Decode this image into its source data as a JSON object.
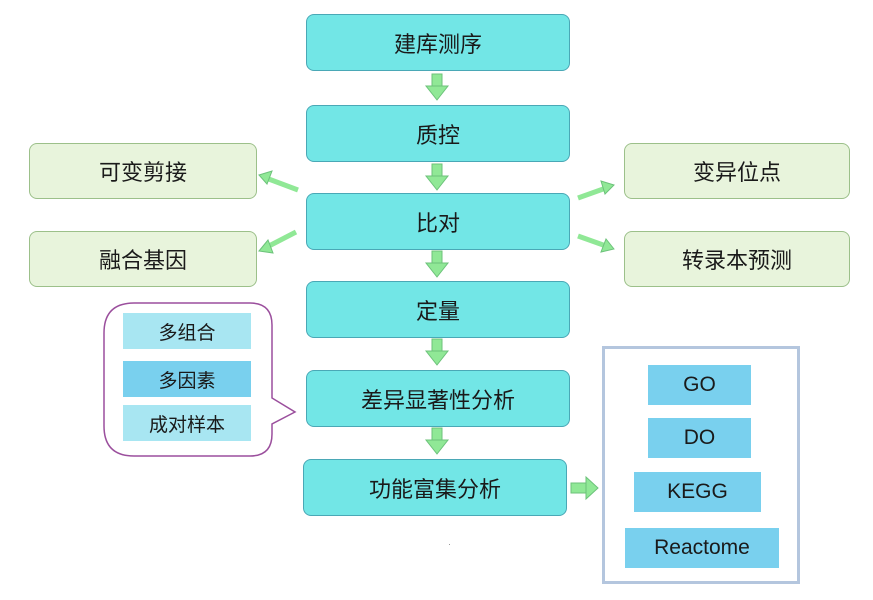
{
  "pipeline": {
    "library": "建库测序",
    "qc": "质控",
    "align": "比对",
    "quant": "定量",
    "diff": "差异显著性分析",
    "enrich": "功能富集分析"
  },
  "left": {
    "splice": "可变剪接",
    "fusion": "融合基因"
  },
  "right": {
    "variant": "变异位点",
    "transcript": "转录本预测"
  },
  "diff_options": [
    "多组合",
    "多因素",
    "成对样本"
  ],
  "enrich_dbs": [
    "GO",
    "DO",
    "KEGG",
    "Reactome"
  ],
  "colors": {
    "main_fill": "#72e6e6",
    "side_fill": "#e8f4dc",
    "arrow": "#90e896",
    "bubble_border": "#9b4f9d"
  }
}
